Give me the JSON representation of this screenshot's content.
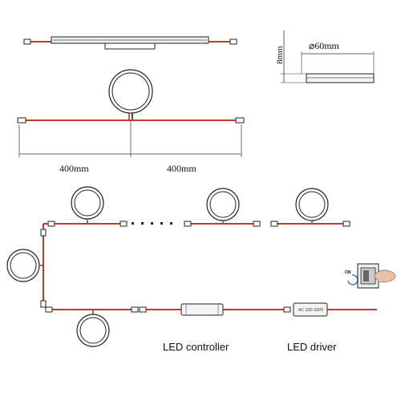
{
  "dimensions": {
    "height": "8mm",
    "diameter": "⌀60mm",
    "cable_left": "400mm",
    "cable_right": "400mm"
  },
  "labels": {
    "controller": "LED controller",
    "driver": "LED driver",
    "driver_marking": "AC 100~220V",
    "switch_state": "ON"
  },
  "colors": {
    "wire_red": "#c0392b",
    "wire_dark": "#3a1a16",
    "outline": "#222222",
    "dim_line": "#333333"
  },
  "icons": [
    "ring-light-icon",
    "connector-icon",
    "wall-switch-icon",
    "hand-icon",
    "controller-box-icon",
    "driver-box-icon"
  ]
}
